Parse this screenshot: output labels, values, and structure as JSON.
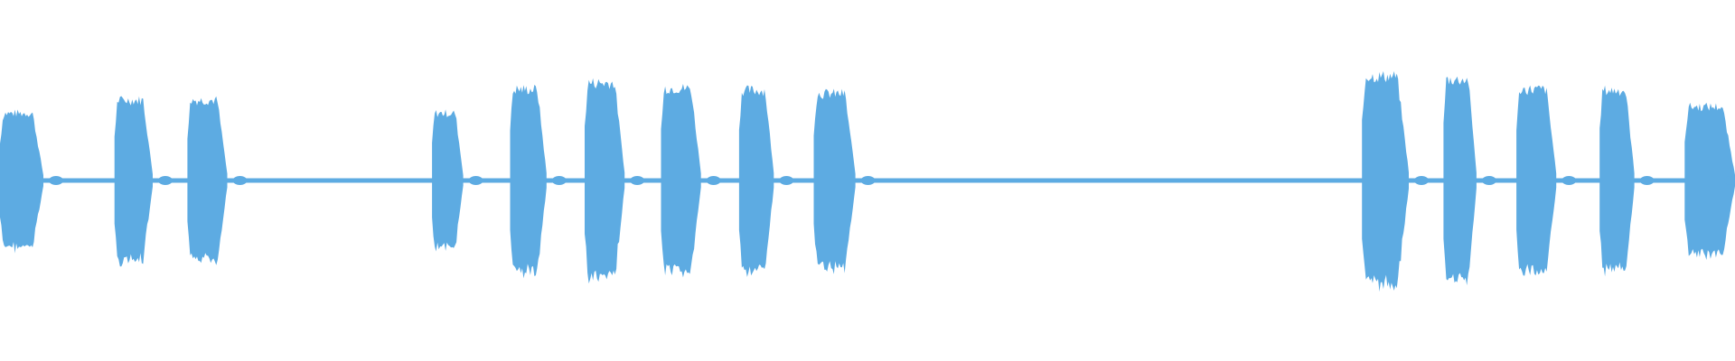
{
  "waveform": {
    "color": "#5dabe2",
    "background": "#ffffff",
    "bursts": [
      {
        "start": 0.0,
        "end": 0.025,
        "peak": 0.62
      },
      {
        "start": 0.066,
        "end": 0.088,
        "peak": 0.74
      },
      {
        "start": 0.108,
        "end": 0.131,
        "peak": 0.74
      },
      {
        "start": 0.249,
        "end": 0.267,
        "peak": 0.62
      },
      {
        "start": 0.294,
        "end": 0.315,
        "peak": 0.84
      },
      {
        "start": 0.337,
        "end": 0.36,
        "peak": 0.9
      },
      {
        "start": 0.381,
        "end": 0.404,
        "peak": 0.85
      },
      {
        "start": 0.426,
        "end": 0.446,
        "peak": 0.83
      },
      {
        "start": 0.469,
        "end": 0.493,
        "peak": 0.8
      },
      {
        "start": 0.785,
        "end": 0.812,
        "peak": 0.96
      },
      {
        "start": 0.832,
        "end": 0.851,
        "peak": 0.93
      },
      {
        "start": 0.874,
        "end": 0.897,
        "peak": 0.84
      },
      {
        "start": 0.922,
        "end": 0.942,
        "peak": 0.83
      },
      {
        "start": 0.971,
        "end": 1.0,
        "peak": 0.68
      }
    ],
    "silence_level": 0.02
  }
}
